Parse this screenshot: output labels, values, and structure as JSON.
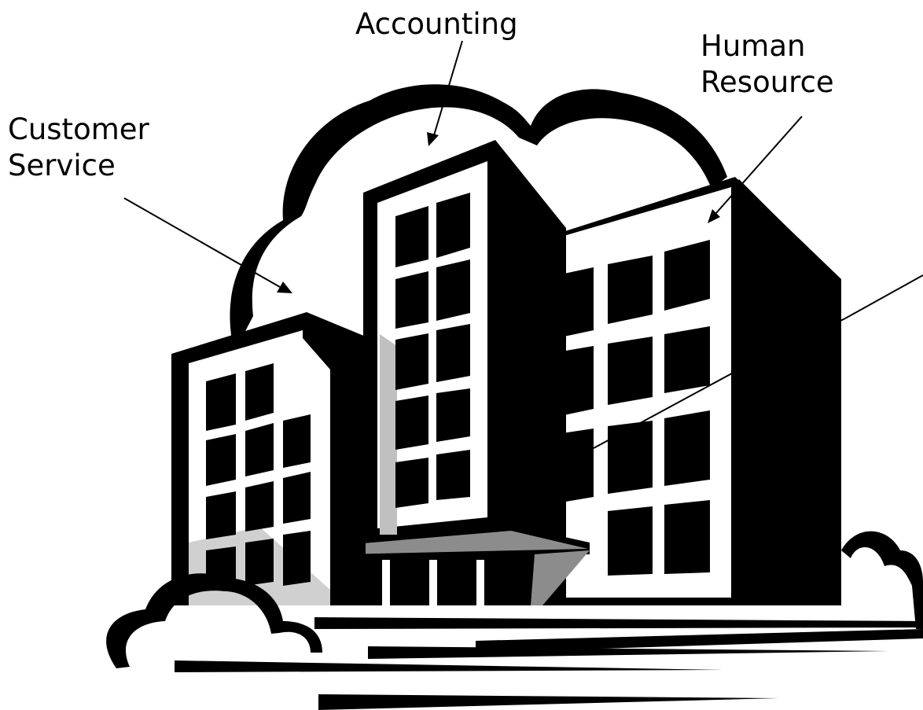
{
  "labels": {
    "accounting": "Accounting",
    "human_resource": [
      "Human",
      "Resource"
    ],
    "customer_service": [
      "Customer",
      "Service"
    ]
  },
  "colors": {
    "ink": "#000000",
    "paper": "#ffffff",
    "shade_light": "#c8c8c8",
    "shade_dark": "#8c8c8c"
  },
  "icon": "office-buildings-clipart"
}
